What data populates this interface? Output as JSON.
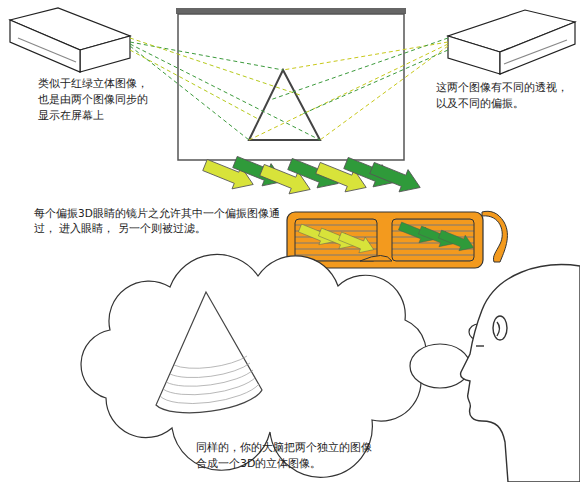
{
  "diagram": {
    "labels": [
      "类似于红绿立体图像， 也是由两个图像同步的 显示在屏幕上",
      "这两个图像有不同的透视， 以及不同的偏振。",
      "每个偏振3D眼睛的镜片之允许其中一个偏振图像通过， 进入眼睛， 另一个则被过滤。",
      "同样的，你的大脑把两个独立的图像 合成一个3D的立体图像。"
    ]
  }
}
